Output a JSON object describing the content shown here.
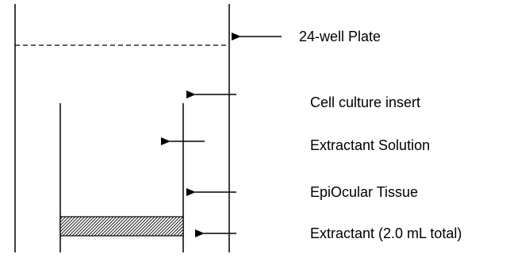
{
  "diagram": {
    "labels": {
      "plate": "24-well Plate",
      "insert": "Cell culture insert",
      "solution": "Extractant Solution",
      "tissue": "EpiOcular Tissue",
      "extractant": "Extractant (2.0 mL total)"
    },
    "colors": {
      "line": "#000000",
      "background": "#ffffff"
    }
  }
}
